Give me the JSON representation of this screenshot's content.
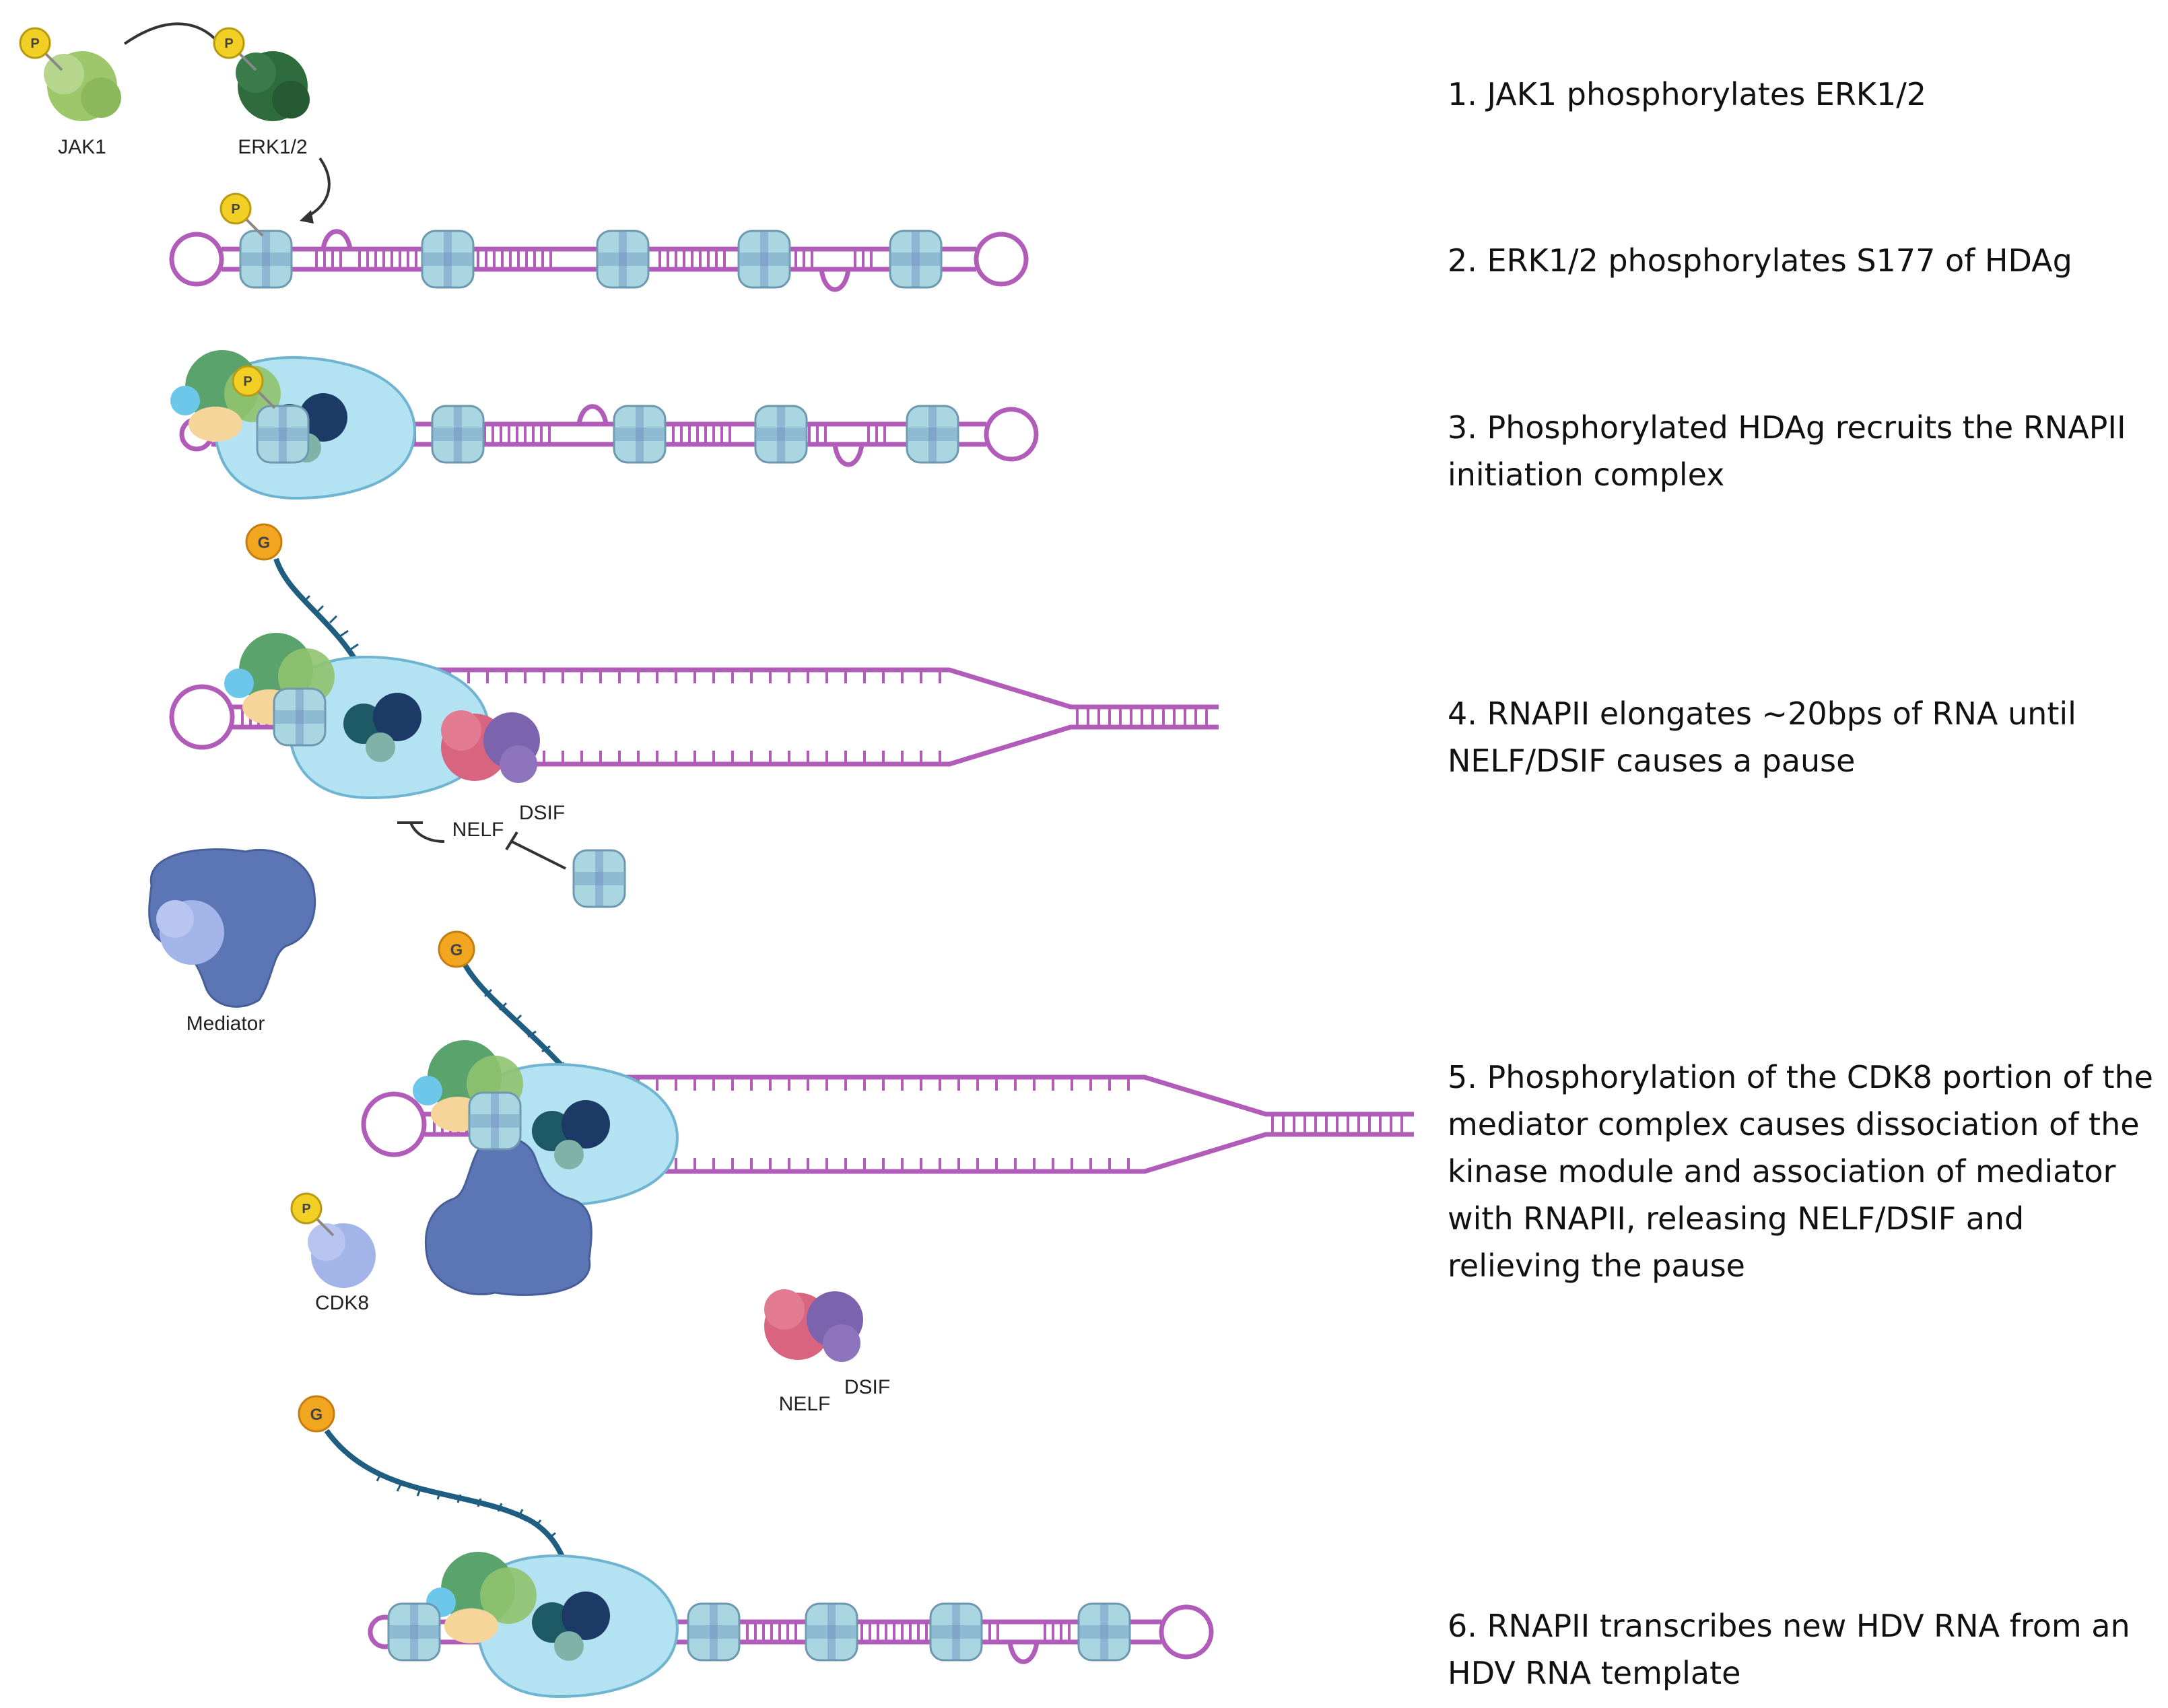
{
  "labels": {
    "jak1": "JAK1",
    "erk": "ERK1/2",
    "nelf": "NELF",
    "dsif": "DSIF",
    "mediator": "Mediator",
    "cdk8": "CDK8"
  },
  "glyphs": {
    "phospho": "P",
    "cap": "G"
  },
  "steps": [
    "1. JAK1 phosphorylates ERK1/2",
    "2. ERK1/2 phosphorylates S177 of HDAg",
    "3. Phosphorylated HDAg recruits the RNAPII initiation complex",
    "4. RNAPII elongates ~20bps of RNA until NELF/DSIF causes a pause",
    "5. Phosphorylation of the CDK8 portion of the mediator complex causes dissociation of the kinase module and association of mediator with RNAPII, releasing NELF/DSIF and relieving the pause",
    "6. RNAPII transcribes new HDV RNA from an HDV RNA template"
  ],
  "colors": {
    "rna_strand": "#b05cb8",
    "nascent_rna": "#1f5e80",
    "hdag": "#a9d6e0",
    "rnapii": "#b3e3f2",
    "phospho_tag": "#f2cf25",
    "cap_tag": "#f2a51f",
    "jak1": "#9ec76c",
    "erk": "#2e6b3d",
    "nelf": "#d9647f",
    "dsif": "#7c63ad",
    "mediator": "#5c76b5",
    "cdk8": "#a3b4e8"
  }
}
